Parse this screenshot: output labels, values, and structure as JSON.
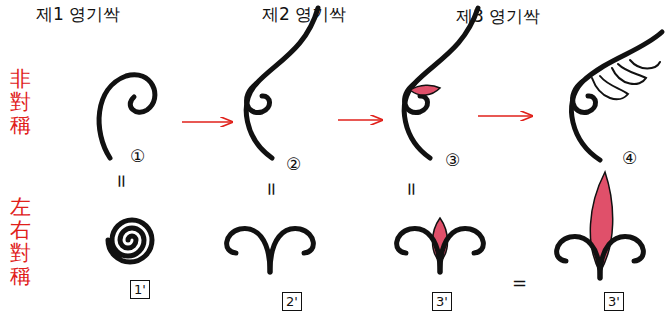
{
  "diagram": {
    "nodes": [
      {
        "text": [
          "1'"
        ]
      },
      {
        "text": [
          "2'"
        ]
      },
      {
        "text": [
          "3'"
        ]
      },
      {
        "text": [
          "3'"
        ]
      }
    ],
    "labels": [
      "제1 영기싹",
      "제2 영기싹",
      "제3 영기싹",
      "非對稱",
      "左右對稱",
      "①",
      "②",
      "③",
      "④",
      "=",
      "=",
      "=",
      "="
    ]
  }
}
